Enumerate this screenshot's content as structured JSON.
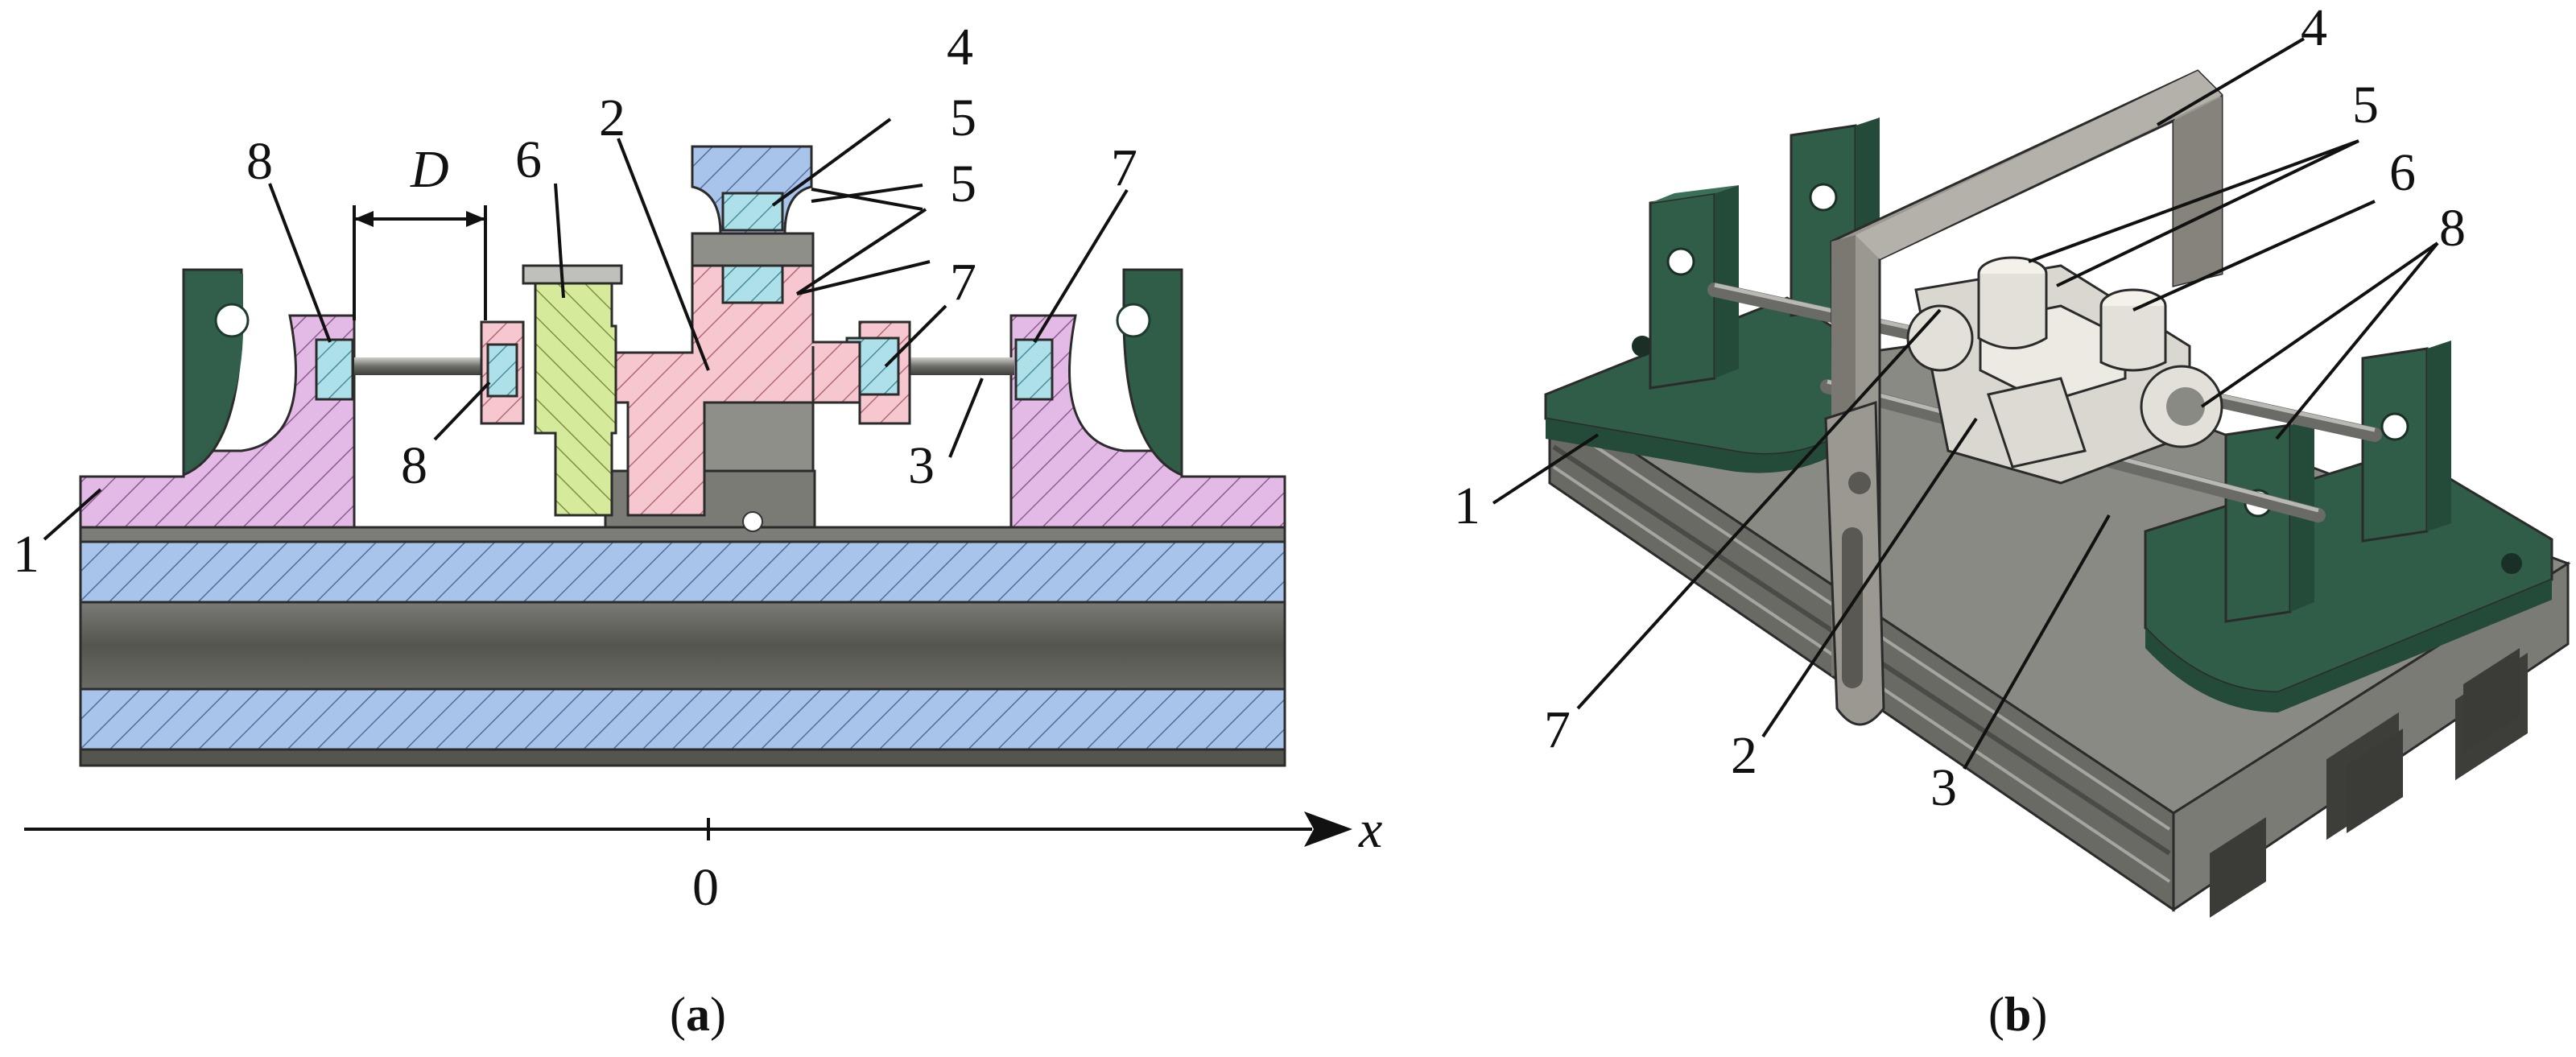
{
  "panels": [
    {
      "id": "a",
      "label_open": "(",
      "label_letter": "a",
      "label_close": ")",
      "callouts": [
        "1",
        "2",
        "3",
        "4",
        "5",
        "5",
        "6",
        "7",
        "7",
        "8",
        "8"
      ],
      "dimension_label": "D",
      "axis_label": "x",
      "origin_label": "0"
    },
    {
      "id": "b",
      "label_open": "(",
      "label_letter": "b",
      "label_close": ")",
      "callouts": [
        "1",
        "2",
        "3",
        "4",
        "5",
        "6",
        "7",
        "8"
      ]
    }
  ],
  "colors": {
    "part1_fill": "#e3b9e6",
    "part2_fill": "#f6c7cf",
    "part4_fill": "#a9c4ea",
    "part5_fill": "#aee0ea",
    "part6_fill": "#d6ea9c",
    "rail_fill": "#a9c4ea",
    "clamp_green": "#2f5d48",
    "metal_grey": "#8a8a86",
    "dark_metal": "#5c5c58",
    "frame_grey": "#9a9890",
    "white_part": "#e8e6df"
  }
}
